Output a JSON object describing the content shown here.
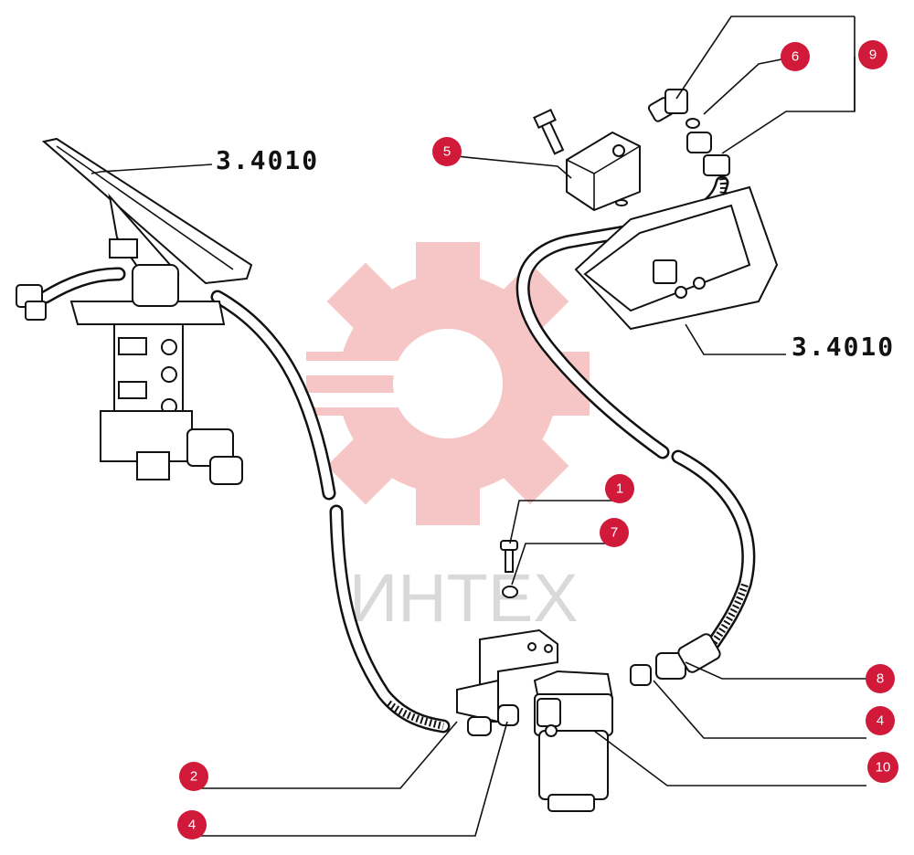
{
  "watermark": {
    "text": "ИНТЕХ",
    "color": "#f2a0a0"
  },
  "references": [
    {
      "id": "ref-top-left",
      "text": "3.4010"
    },
    {
      "id": "ref-right",
      "text": "3.4010"
    }
  ],
  "callouts": [
    {
      "number": "1"
    },
    {
      "number": "2"
    },
    {
      "number": "4"
    },
    {
      "number": "4"
    },
    {
      "number": "5"
    },
    {
      "number": "6"
    },
    {
      "number": "7"
    },
    {
      "number": "8"
    },
    {
      "number": "9"
    },
    {
      "number": "10"
    }
  ],
  "colors": {
    "badge": "#d11a3a",
    "line": "#111111"
  }
}
